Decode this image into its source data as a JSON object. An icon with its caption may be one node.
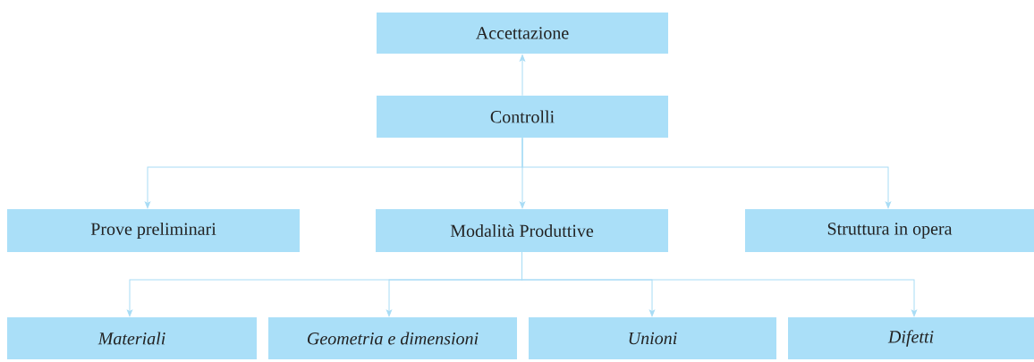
{
  "diagram": {
    "nodes": [
      {
        "text": [
          "Accettazione"
        ]
      },
      {
        "text": [
          "Controlli"
        ]
      },
      {
        "text": [
          "Prove preliminari"
        ]
      },
      {
        "text": [
          "Modalità Produttive"
        ]
      },
      {
        "text": [
          "Struttura in opera"
        ]
      },
      {
        "text": [
          "Materiali"
        ]
      },
      {
        "text": [
          "Geometria e dimensioni"
        ]
      },
      {
        "text": [
          "Unioni"
        ]
      },
      {
        "text": [
          "Difetti"
        ]
      }
    ],
    "edges": [
      {
        "from": 1,
        "to": 0,
        "arrow": "to"
      },
      {
        "from": 1,
        "to": 2,
        "arrow": "to"
      },
      {
        "from": 1,
        "to": 3,
        "arrow": "to"
      },
      {
        "from": 1,
        "to": 4,
        "arrow": "to"
      },
      {
        "from": 3,
        "to": 5,
        "arrow": "to"
      },
      {
        "from": 3,
        "to": 6,
        "arrow": "to"
      },
      {
        "from": 3,
        "to": 7,
        "arrow": "to"
      },
      {
        "from": 3,
        "to": 8,
        "arrow": "to"
      }
    ]
  }
}
